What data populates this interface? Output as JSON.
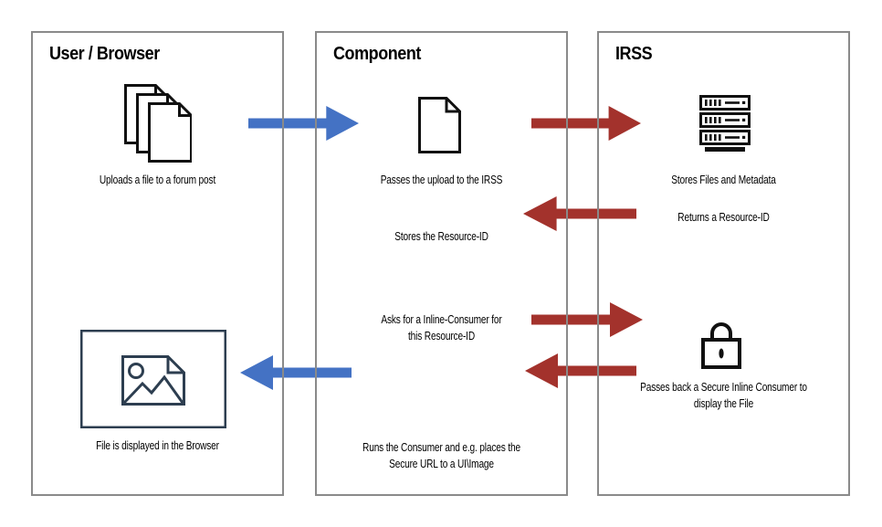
{
  "columns": [
    {
      "title": "User / Browser"
    },
    {
      "title": "Component"
    },
    {
      "title": "IRSS"
    }
  ],
  "labels": {
    "upload": "Uploads a file to a forum post",
    "pass_upload": "Passes the upload to the IRSS",
    "stores_rid": "Stores the Resource-ID",
    "stores_files": "Stores Files and Metadata",
    "returns_rid": "Returns a Resource-ID",
    "asks_line1": "Asks for a Inline-Consumer for",
    "asks_line2": "this Resource-ID",
    "passes_back_line1": "Passes back a Secure Inline Consumer to",
    "passes_back_line2": "display the File",
    "runs_line1": "Runs the Consumer and e.g. places the",
    "runs_line2": "Secure URL to a UI\\Image",
    "displayed": "File is displayed in the Browser"
  },
  "icons": {
    "files_stack": "files-stack-icon",
    "document": "document-icon",
    "server": "server-stack-icon",
    "lock": "lock-icon",
    "image_display": "image-display-icon"
  },
  "colors": {
    "arrow_blue": "#4472C4",
    "arrow_red": "#A3322C",
    "box_border": "#8A8A8A",
    "icon_black": "#111111",
    "icon_navy": "#2D3E50"
  }
}
